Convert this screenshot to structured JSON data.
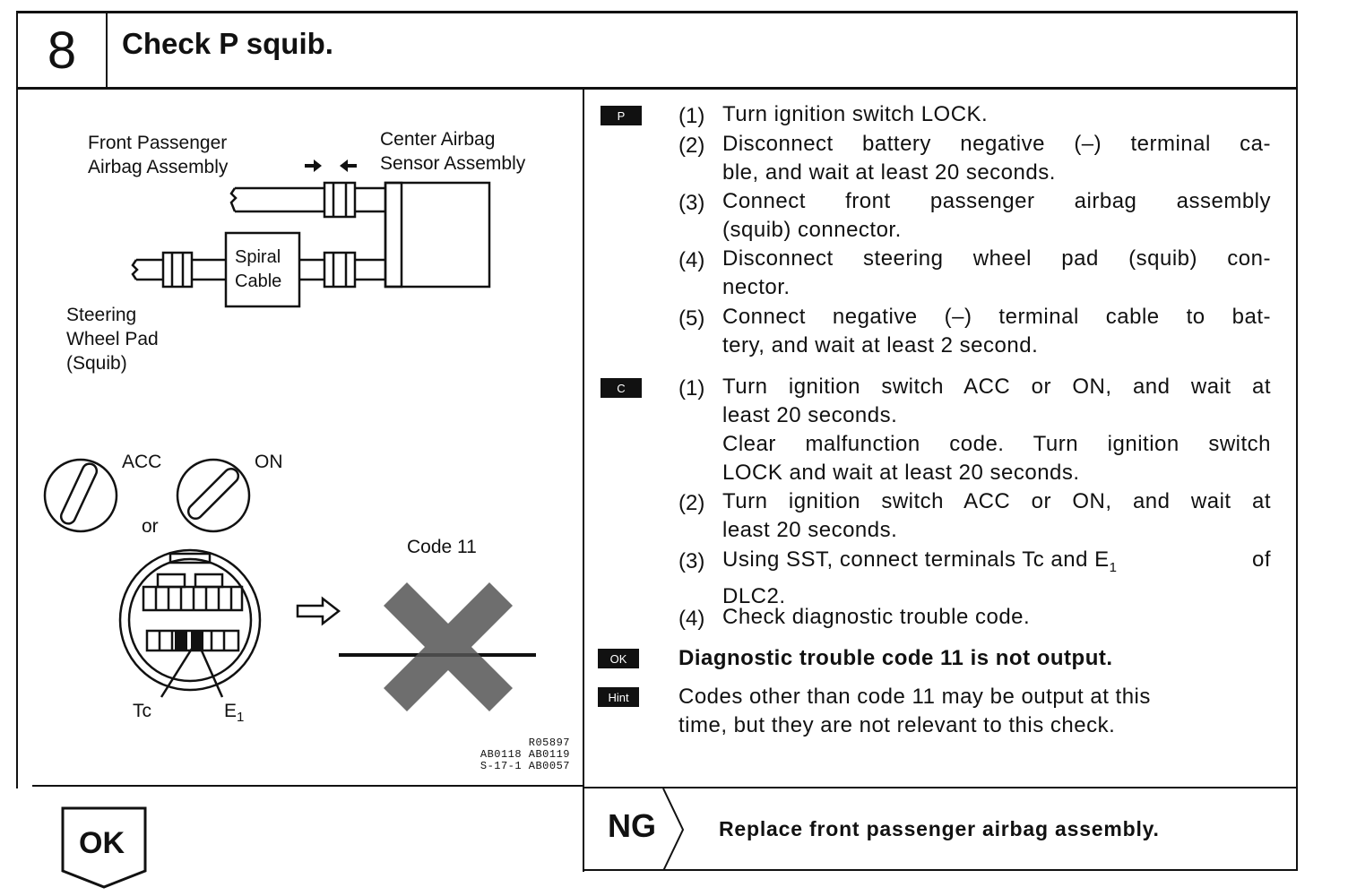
{
  "step": {
    "number": "8",
    "title": "Check P squib."
  },
  "diagram": {
    "front_passenger": [
      "Front Passenger",
      "Airbag Assembly"
    ],
    "center_sensor": [
      "Center Airbag",
      "Sensor Assembly"
    ],
    "spiral_cable": [
      "Spiral",
      "Cable"
    ],
    "steering_pad": [
      "Steering",
      "Wheel Pad",
      "(Squib)"
    ],
    "acc": "ACC",
    "on": "ON",
    "or": "or",
    "code": "Code 11",
    "tc": "Tc",
    "e1": "E",
    "e1_sub": "1",
    "refs": [
      "R05897",
      "AB0118 AB0119",
      "S-17-1 AB0057"
    ]
  },
  "badges": {
    "p": "P",
    "c": "C",
    "ok": "OK",
    "hint": "Hint"
  },
  "p_steps": [
    {
      "num": "(1)",
      "lines": [
        "Turn ignition switch LOCK."
      ]
    },
    {
      "num": "(2)",
      "lines": [
        "Disconnect battery negative (–) terminal ca-",
        "ble, and wait at least 20 seconds."
      ]
    },
    {
      "num": "(3)",
      "lines": [
        "Connect front passenger airbag assembly",
        "(squib) connector."
      ]
    },
    {
      "num": "(4)",
      "lines": [
        "Disconnect steering wheel pad (squib) con-",
        "nector."
      ]
    },
    {
      "num": "(5)",
      "lines": [
        "Connect negative (–) terminal cable to bat-",
        "tery, and wait at least 2 second."
      ]
    }
  ],
  "c_steps": [
    {
      "num": "(1)",
      "lines": [
        "Turn ignition switch ACC or ON, and wait at",
        "least 20 seconds.",
        "Clear malfunction code. Turn ignition switch",
        "LOCK and wait at least 20 seconds."
      ]
    },
    {
      "num": "(2)",
      "lines": [
        "Turn ignition switch ACC or ON, and wait at",
        "least 20 seconds."
      ]
    },
    {
      "num": "(3)",
      "lines": [
        "Using SST, connect terminals Tc and E",
        "DLC2."
      ],
      "sub": "1",
      "after_sub": " of"
    },
    {
      "num": "(4)",
      "lines": [
        "Check diagnostic trouble code."
      ]
    }
  ],
  "ok_text": "Diagnostic trouble code 11 is not output.",
  "hint_lines": [
    "Codes other than code 11 may be output at this",
    "time, but they are not relevant to this check."
  ],
  "ng": {
    "label": "NG",
    "text": "Replace front passenger airbag assembly."
  },
  "ok_button": "OK"
}
